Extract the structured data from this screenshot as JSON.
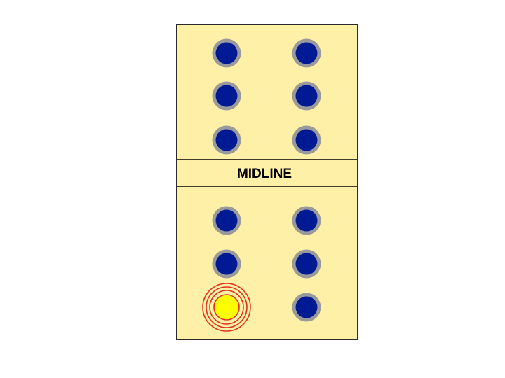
{
  "midline": {
    "label": "MIDLINE"
  },
  "colors": {
    "panel_fill": "#FFF0A8",
    "panel_border": "#2a2a2a",
    "dot_fill": "#001A94",
    "dot_ring": "#9A9A9A",
    "highlight_fill": "#FFFF00",
    "highlight_rings": "#E0301E"
  },
  "top_panel": {
    "rows": 3,
    "cols": 2,
    "dots": [
      {
        "row": 1,
        "col": 1,
        "state": "normal"
      },
      {
        "row": 1,
        "col": 2,
        "state": "normal"
      },
      {
        "row": 2,
        "col": 1,
        "state": "normal"
      },
      {
        "row": 2,
        "col": 2,
        "state": "normal"
      },
      {
        "row": 3,
        "col": 1,
        "state": "normal"
      },
      {
        "row": 3,
        "col": 2,
        "state": "normal"
      }
    ]
  },
  "bottom_panel": {
    "rows": 3,
    "cols": 2,
    "dots": [
      {
        "row": 1,
        "col": 1,
        "state": "normal"
      },
      {
        "row": 1,
        "col": 2,
        "state": "normal"
      },
      {
        "row": 2,
        "col": 1,
        "state": "normal"
      },
      {
        "row": 2,
        "col": 2,
        "state": "normal"
      },
      {
        "row": 3,
        "col": 1,
        "state": "highlighted"
      },
      {
        "row": 3,
        "col": 2,
        "state": "normal"
      }
    ]
  }
}
